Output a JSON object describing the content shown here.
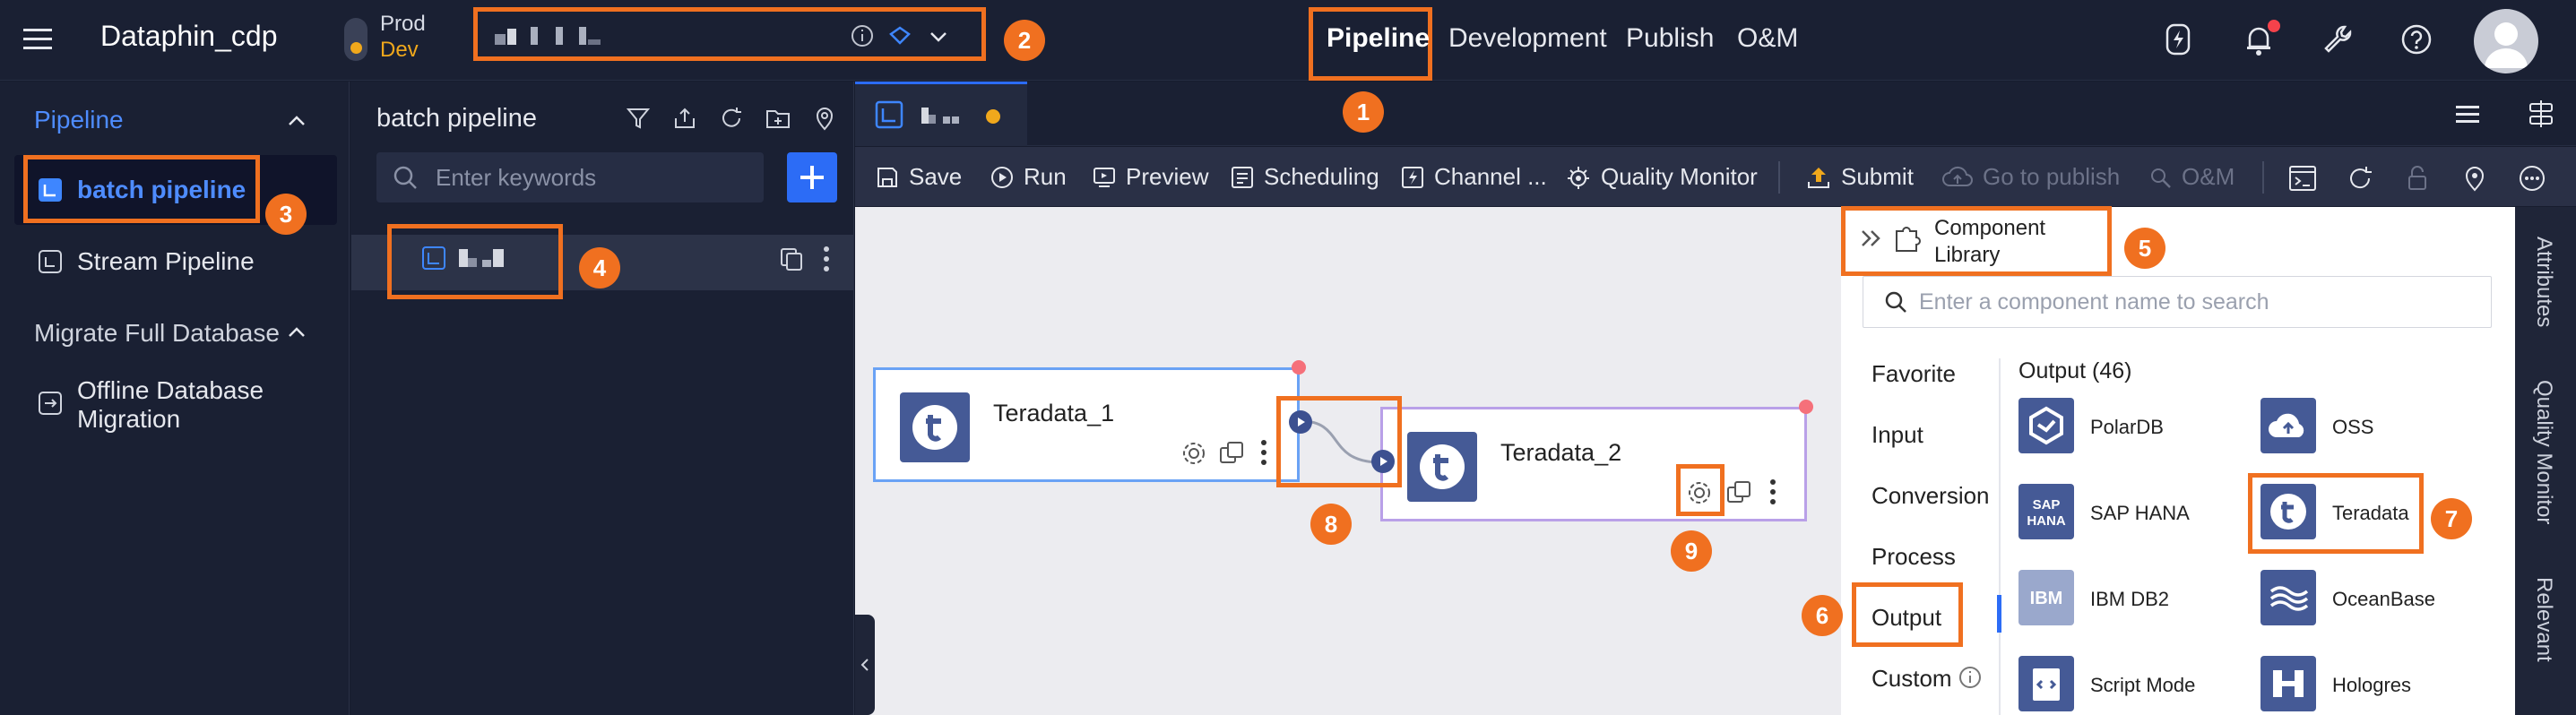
{
  "app": {
    "name": "Dataphin_cdp"
  },
  "env": {
    "prod": "Prod",
    "dev": "Dev"
  },
  "nav": {
    "items": [
      "Pipeline",
      "Development",
      "Publish",
      "O&M"
    ]
  },
  "sidebar": {
    "section": "Pipeline",
    "items": [
      {
        "label": "batch pipeline"
      },
      {
        "label": "Stream Pipeline"
      }
    ],
    "section2": "Migrate Full Database",
    "items2": [
      {
        "label": "Offline Database Migration"
      }
    ]
  },
  "tree": {
    "title": "batch pipeline",
    "search_placeholder": "Enter keywords"
  },
  "toolbar": {
    "save": "Save",
    "run": "Run",
    "preview": "Preview",
    "scheduling": "Scheduling",
    "channel": "Channel ...",
    "quality": "Quality Monitor",
    "submit": "Submit",
    "goto_publish": "Go to publish",
    "om": "O&M"
  },
  "canvas": {
    "node1": "Teradata_1",
    "node2": "Teradata_2"
  },
  "library": {
    "title": "Component Library",
    "search_placeholder": "Enter a component name to search",
    "categories": [
      "Favorite",
      "Input",
      "Conversion",
      "Process",
      "Output",
      "Custom"
    ],
    "group": "Output (46)",
    "components": [
      "PolarDB",
      "OSS",
      "SAP HANA",
      "Teradata",
      "IBM DB2",
      "OceanBase",
      "Script Mode",
      "Hologres"
    ]
  },
  "rail": {
    "attributes": "Attributes",
    "quality": "Quality Monitor",
    "relevant": "Relevant"
  },
  "markers": [
    "1",
    "2",
    "3",
    "4",
    "5",
    "6",
    "7",
    "8",
    "9"
  ],
  "colors": {
    "accent": "#2c6cf6",
    "highlight": "#f07020",
    "dev": "#f0a81c",
    "teradata": "#455a96"
  }
}
